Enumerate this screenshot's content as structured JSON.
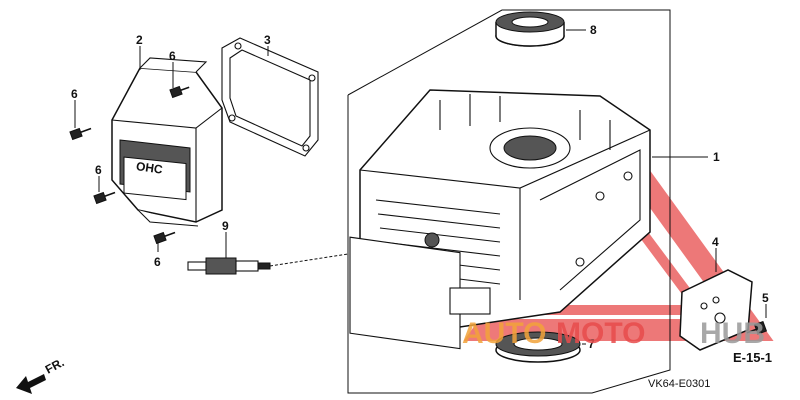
{
  "callouts": [
    {
      "id": "1",
      "part": "cylinder-block"
    },
    {
      "id": "2",
      "part": "head-cover"
    },
    {
      "id": "3",
      "part": "head-cover-gasket"
    },
    {
      "id": "4",
      "part": "side-plate"
    },
    {
      "id": "5",
      "part": "side-plate-bolt"
    },
    {
      "id": "6",
      "part": "head-cover-bolt"
    },
    {
      "id": "7",
      "part": "lower-oil-seal"
    },
    {
      "id": "8",
      "part": "upper-oil-seal"
    },
    {
      "id": "9",
      "part": "spark-plug"
    }
  ],
  "labels": {
    "c1": "1",
    "c2": "2",
    "c3": "3",
    "c4": "4",
    "c5": "5",
    "c6a": "6",
    "c6b": "6",
    "c6c": "6",
    "c6d": "6",
    "c7": "7",
    "c8": "8",
    "c9": "9",
    "cover_text": "OHC",
    "front_arrow": "FR.",
    "section_ref": "E-15-1",
    "diagram_code": "VK64-E0301"
  },
  "watermark": {
    "text_part1": "AUTO",
    "text_part2": "MOTO",
    "text_part3": "HUB",
    "color_red": "#e84c4c",
    "color_orange": "#f2a33a",
    "color_gray": "#9a9a9a"
  }
}
